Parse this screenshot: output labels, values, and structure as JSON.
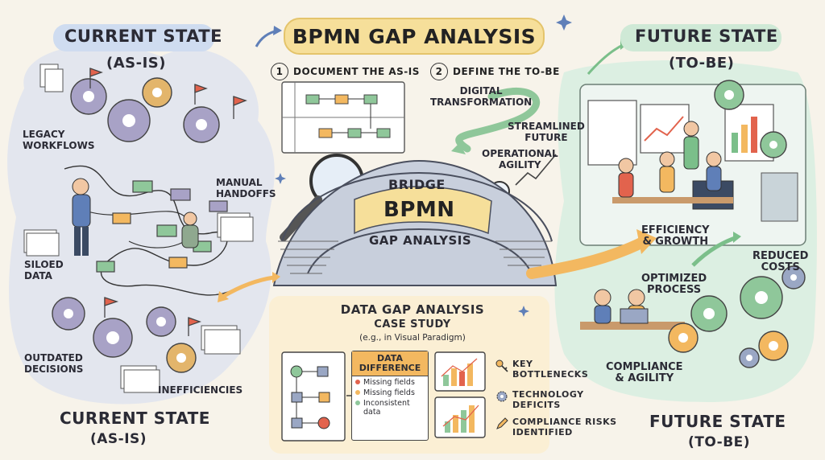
{
  "title": "BPMN GAP ANALYSIS",
  "current_state": {
    "heading": "CURRENT STATE",
    "subheading": "(AS-IS)"
  },
  "future_state": {
    "heading": "FUTURE STATE",
    "subheading": "(TO-BE)"
  },
  "current_labels": {
    "legacy": "LEGACY\nWORKFLOWS",
    "manual": "MANUAL\nHANDOFFS",
    "siloed": "SILOED\nDATA",
    "outdated": "OUTDATED\nDECISIONS",
    "inefficiencies": "INEFFICIENCIES"
  },
  "bottom_current": {
    "heading": "CURRENT STATE",
    "subheading": "(AS-IS)"
  },
  "bottom_future": {
    "heading": "FUTURE STATE",
    "subheading": "(TO-BE)"
  },
  "steps": [
    {
      "num": "1",
      "label": "DOCUMENT THE AS-IS"
    },
    {
      "num": "2",
      "label": "DEFINE THE TO-BE"
    }
  ],
  "path_labels": {
    "digital": "DIGITAL\nTRANSFORMATION",
    "streamlined": "STREAMLINED\nFUTURE",
    "operational": "OPERATIONAL\nAGILITY"
  },
  "bridge": {
    "top": "BRIDGE",
    "middle": "BPMN",
    "bottom": "GAP ANALYSIS"
  },
  "future_labels": {
    "efficiency": "EFFICIENCY\n& GROWTH",
    "reduced": "REDUCED\nCOSTS",
    "optimized": "OPTIMIZED\nPROCESS",
    "compliance": "COMPLIANCE\n& AGILITY"
  },
  "case_study": {
    "title": "DATA GAP ANALYSIS",
    "subtitle": "CASE STUDY",
    "note": "(e.g., in Visual Paradigm)",
    "diff_head": "DATA\nDIFFERENCE",
    "diff_items": [
      "Missing fields",
      "Missing fields",
      "Inconsistent data"
    ]
  },
  "key_items": [
    {
      "icon": "key-icon",
      "label": "KEY\nBOTTLENECKS"
    },
    {
      "icon": "gear-icon",
      "label": "TECHNOLOGY\nDEFICITS"
    },
    {
      "icon": "pencil-icon",
      "label": "COMPLIANCE RISKS\nIDENTIFIED"
    }
  ],
  "colors": {
    "title_bg": "#f6df9a",
    "as_is_bg": "#dde3ee",
    "to_be_bg": "#d8ecde",
    "bridge": "#9aa7c4",
    "accent_red": "#e2634d",
    "accent_orange": "#f3b860",
    "accent_green": "#7bbf8a"
  }
}
